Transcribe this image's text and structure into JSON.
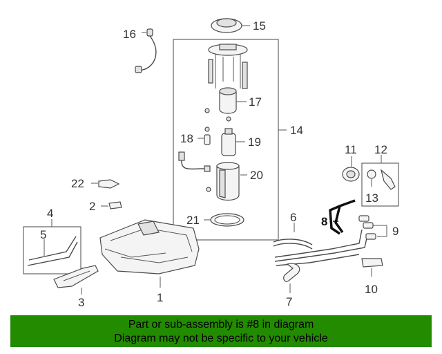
{
  "diagram": {
    "part_labels": {
      "p1": "1",
      "p2": "2",
      "p3": "3",
      "p4": "4",
      "p5": "5",
      "p6": "6",
      "p7": "7",
      "p8": "8",
      "p9": "9",
      "p10": "10",
      "p11": "11",
      "p12": "12",
      "p13": "13",
      "p14": "14",
      "p15": "15",
      "p16": "16",
      "p17": "17",
      "p18": "18",
      "p19": "19",
      "p20": "20",
      "p21": "21",
      "p22": "22"
    },
    "highlighted_part": "8",
    "highlight_color": "#000000"
  },
  "banner": {
    "line1": "Part or sub-assembly is #8 in diagram",
    "line2": "Diagram may not be specific to your vehicle",
    "background_color": "#228b00"
  }
}
